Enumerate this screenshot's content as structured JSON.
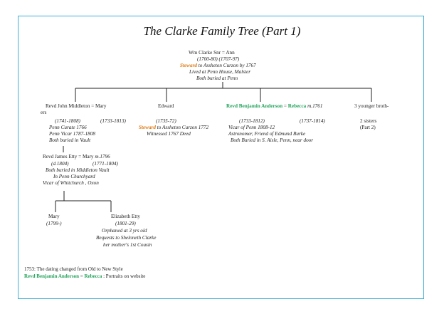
{
  "title": "The Clarke Family Tree (Part 1)",
  "root": {
    "names": "Wm Clarke Snr   =   Ann",
    "dates": "(1700-80)          (1707-97)",
    "steward": "Steward",
    "steward_rest": " to Assheton Curzon by 1767",
    "lived": "Lived at Penn House, Malster",
    "buried": "Both buried at Penn"
  },
  "middleton": {
    "names": "Revd John Middleton  =  Mary",
    "ers": "ers",
    "dates_left": "(1741-1808)",
    "dates_right": "(1733-1813)",
    "line1": "Penn Curate 1766",
    "line2": "Penn Vicar 1787-1808",
    "line3": "Both buried in Vault"
  },
  "edward": {
    "name": "Edward",
    "dates": "(1735-72)",
    "steward": "Steward",
    "steward_rest": " to Assheton Curzon 1772",
    "witness": "Witnessed 1767 Deed"
  },
  "anderson": {
    "groom": "Revd Benjamin Anderson",
    "eq": "  =  ",
    "bride": "Rebecca",
    "married": " m.1761",
    "dates_left": "(1733-1812)",
    "dates_right": "(1737-1814)",
    "line1": "Vicar of Penn 1808-12",
    "line2": "Astronomer, Friend of Edmund Burke",
    "line3": "Both Buried in S. Aisle, Penn, near door"
  },
  "younger": {
    "line1": "3 younger broth-",
    "line2": "2 sisters",
    "line3": "(Part 2)"
  },
  "etty": {
    "names": "Revd James Etty  =  Mary ",
    "married": "m.1796",
    "dates_left": "(d.1804)",
    "dates_right": "(1771-1804)",
    "line1": "Both buried in Middleton Vault",
    "line2": "In Penn Churchyard",
    "line3": "Vicar of Whitchurch , Oxon"
  },
  "mary": {
    "name": "Mary",
    "dates": "(1799-)"
  },
  "elizabeth": {
    "name": "Elizabeth Etty",
    "dates": "(1801-29)",
    "line1": "Orphaned at 3 yrs old",
    "line2": "Bequests to Sheloneth Clarke",
    "line3": "her mother's 1st Cousin"
  },
  "notes": {
    "dating": "1753: The dating changed from Old to New Style",
    "portrait_groom": "Revd Benjamin Anderson",
    "portrait_eq": "  =  ",
    "portrait_bride": "Rebecca",
    "portrait_rest": " : Portraits on website"
  },
  "colors": {
    "border": "#3ab0d6",
    "steward": "#e07b14",
    "portrait": "#22a35a"
  }
}
